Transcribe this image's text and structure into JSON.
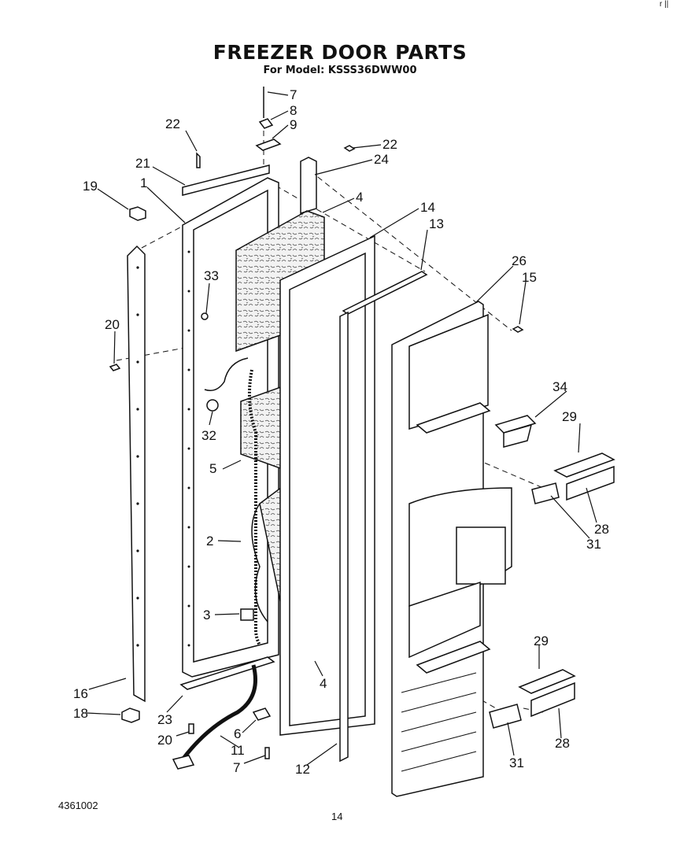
{
  "title": "FREEZER DOOR PARTS",
  "subtitle": "For Model: KSSS36DWW00",
  "footer_code": "4361002",
  "page_number": "14",
  "corner_mark": "r ||",
  "callouts": [
    "7",
    "8",
    "9",
    "22",
    "22",
    "24",
    "21",
    "1",
    "19",
    "4",
    "14",
    "13",
    "26",
    "15",
    "33",
    "20",
    "34",
    "29",
    "32",
    "5",
    "28",
    "31",
    "2",
    "3",
    "29",
    "16",
    "4",
    "23",
    "18",
    "20",
    "6",
    "11",
    "7",
    "12",
    "31",
    "28"
  ]
}
